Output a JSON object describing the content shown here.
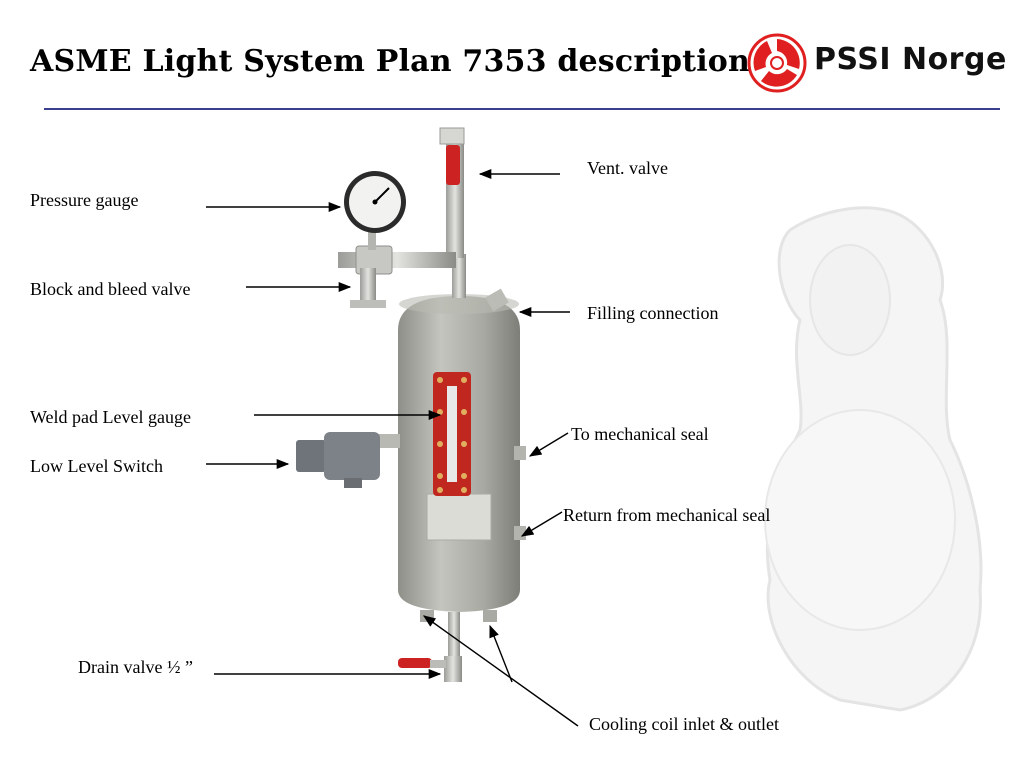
{
  "title": "ASME Light System Plan 7353 description",
  "logo": {
    "text": "PSSI Norge",
    "color": "#e02020"
  },
  "labels": {
    "vent_valve": "Vent. valve",
    "pressure_gauge": "Pressure gauge",
    "block_bleed": "Block and bleed valve",
    "filling_connection": "Filling connection",
    "weld_pad": "Weld pad Level gauge",
    "low_level_switch": "Low Level Switch",
    "to_seal": "To mechanical seal",
    "return_seal": "Return from mechanical seal",
    "drain_valve": "Drain valve ½ ”",
    "cooling_coil": "Cooling coil inlet & outlet"
  },
  "colors": {
    "rule": "#3b3f8f",
    "vessel": "#a9aaa3",
    "gauge_frame": "#c0281f",
    "handle": "#cc2222"
  }
}
